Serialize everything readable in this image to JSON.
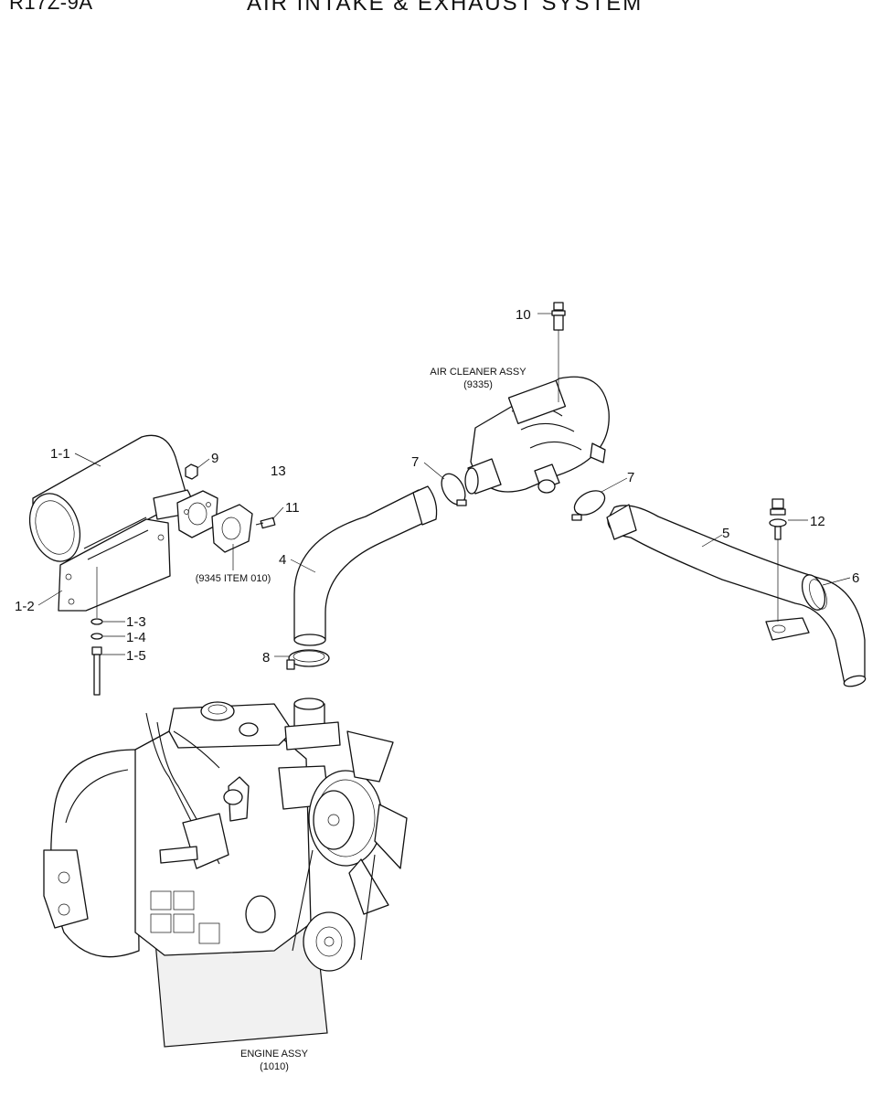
{
  "header": {
    "model": "R17Z-9A",
    "title": "AIR INTAKE & EXHAUST SYSTEM"
  },
  "callouts": {
    "c1_1": "1-1",
    "c1_2": "1-2",
    "c1_3": "1-3",
    "c1_4": "1-4",
    "c1_5": "1-5",
    "c4": "4",
    "c5": "5",
    "c6": "6",
    "c7a": "7",
    "c7b": "7",
    "c8": "8",
    "c9": "9",
    "c10": "10",
    "c11": "11",
    "c12": "12",
    "c13": "13"
  },
  "captions": {
    "air_cleaner_name": "AIR CLEANER ASSY",
    "air_cleaner_ref": "(9335)",
    "gasket_ref": "(9345 ITEM 010)",
    "engine_name": "ENGINE ASSY",
    "engine_ref": "(1010)"
  }
}
